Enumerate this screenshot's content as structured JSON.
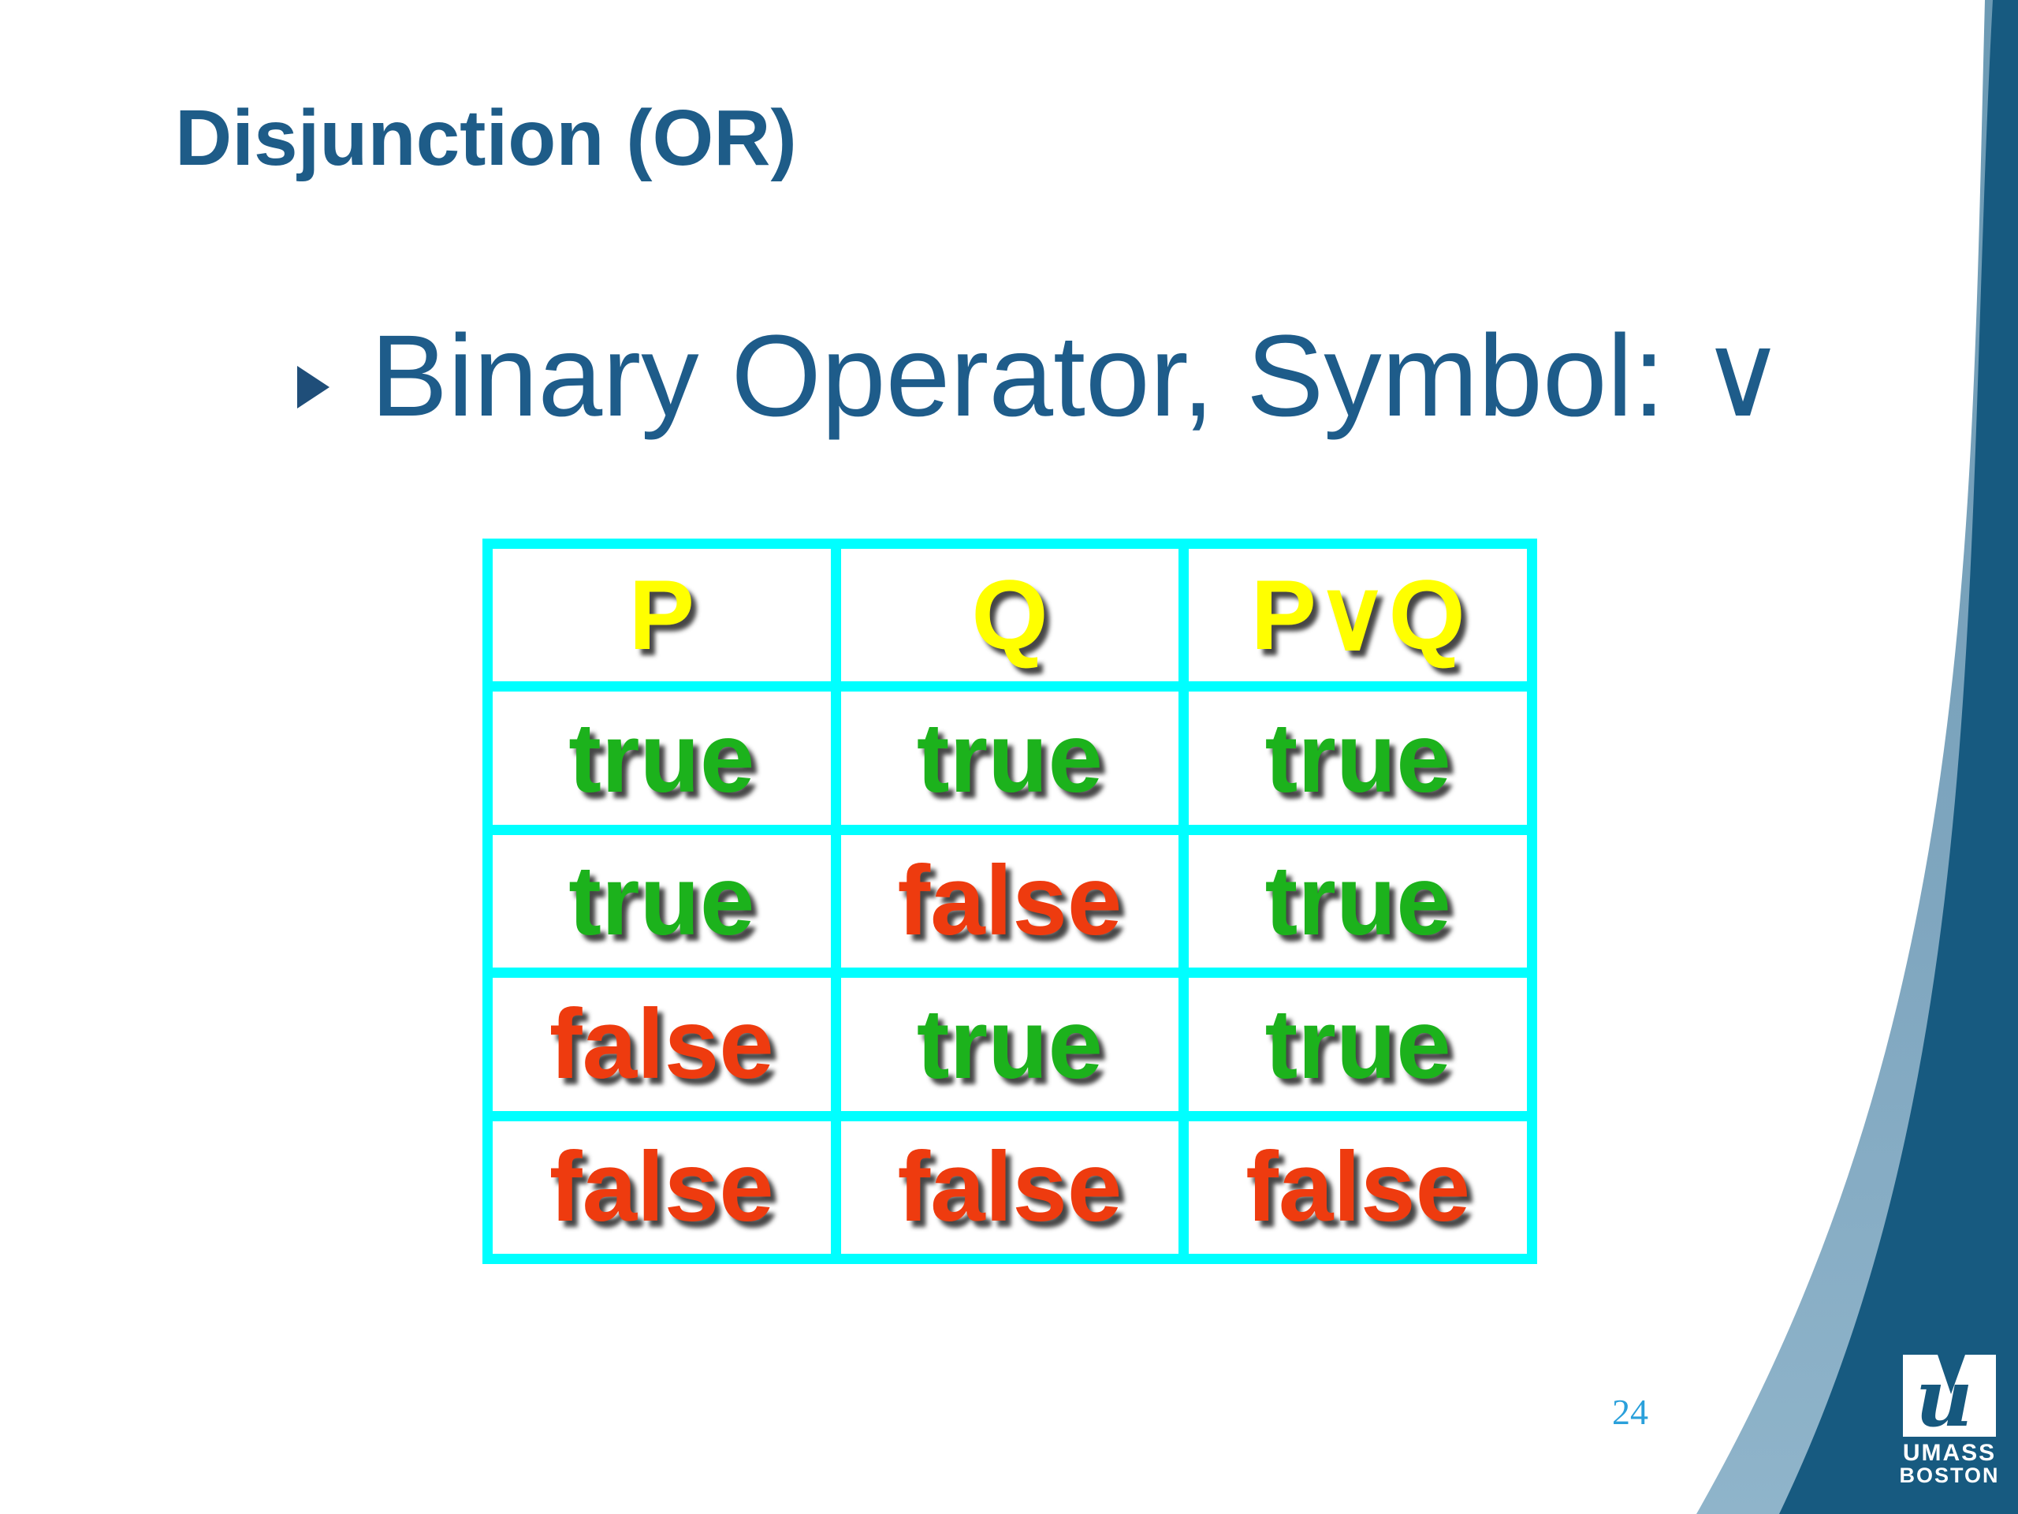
{
  "slide": {
    "title": "Disjunction (OR)",
    "bullet": {
      "text": "Binary Operator, Symbol:",
      "symbol": "∨"
    },
    "page_number": "24"
  },
  "truth_table": {
    "headers": [
      "P",
      "Q",
      "P∨Q"
    ],
    "rows": [
      [
        "true",
        "true",
        "true"
      ],
      [
        "true",
        "false",
        "true"
      ],
      [
        "false",
        "true",
        "true"
      ],
      [
        "false",
        "false",
        "false"
      ]
    ]
  },
  "logo": {
    "script_letter": "u",
    "line1": "UMASS",
    "line2": "BOSTON"
  },
  "colors": {
    "title_blue": "#1E5C88",
    "body_text_blue": "#1E5C8A",
    "bullet_triangle_navy": "#1F4E79",
    "table_border_cyan": "#00FFFF",
    "header_yellow": "#FFFF00",
    "true_green": "#1CB21C",
    "false_red": "#EE3B0F",
    "band_dark_blue": "#175A80",
    "band_light_blue_top": "#6C9AB4",
    "band_light_blue_bottom": "#8FB4CA",
    "page_number_blue": "#2AA0DB"
  }
}
